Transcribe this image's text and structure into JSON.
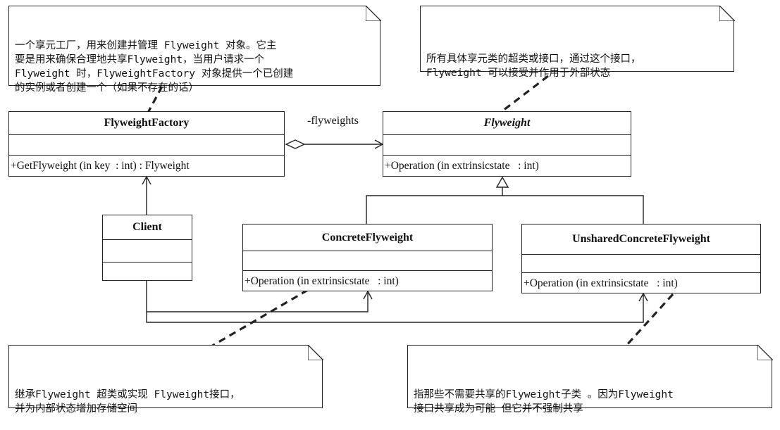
{
  "notes": {
    "factory_note": "一个享元工厂，用来创建并管理 Flyweight 对象。它主\n要是用来确保合理地共享Flyweight，当用户请求一个\nFlyweight 时，FlyweightFactory 对象提供一个已创建\n的实例或者创建一个（如果不存在的话）",
    "flyweight_note": "所有具体享元类的超类或接口，通过这个接口，\nFlyweight 可以接受并作用于外部状态",
    "concrete_note": "继承Flyweight 超类或实现 Flyweight接口，\n并为内部状态增加存储空间",
    "unshared_note": "指那些不需要共享的Flyweight子类 。因为Flyweight\n接口共享成为可能  但它并不强制共享"
  },
  "classes": {
    "flyweight_factory": {
      "name": "FlyweightFactory",
      "operation": "+GetFlyweight (in key  : int) : Flyweight"
    },
    "flyweight": {
      "name": "Flyweight",
      "operation": "+Operation (in extrinsicstate   : int)"
    },
    "client": {
      "name": "Client"
    },
    "concrete_flyweight": {
      "name": "ConcreteFlyweight",
      "operation": "+Operation (in extrinsicstate   : int)"
    },
    "unshared_concrete_flyweight": {
      "name": "UnsharedConcreteFlyweight",
      "operation": "+Operation (in extrinsicstate   : int)"
    }
  },
  "relations": {
    "aggregation_label": "-flyweights"
  }
}
